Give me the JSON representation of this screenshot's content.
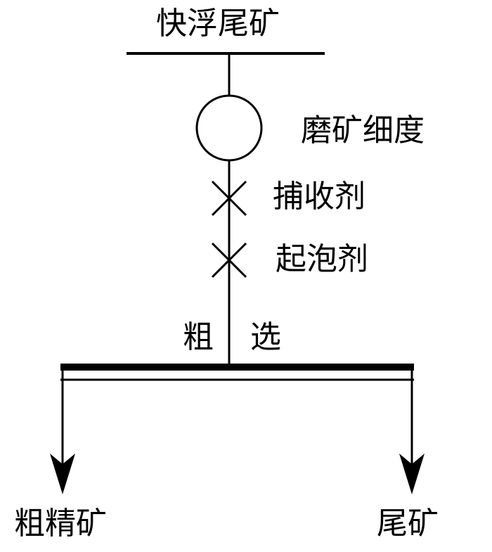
{
  "flowsheet": {
    "feed": "快浮尾矿",
    "grinding": "磨矿细度",
    "collector": "捕收剂",
    "frother": "起泡剂",
    "rougher_left": "粗",
    "rougher_right": "选",
    "concentrate": "粗精矿",
    "tailings": "尾矿"
  }
}
